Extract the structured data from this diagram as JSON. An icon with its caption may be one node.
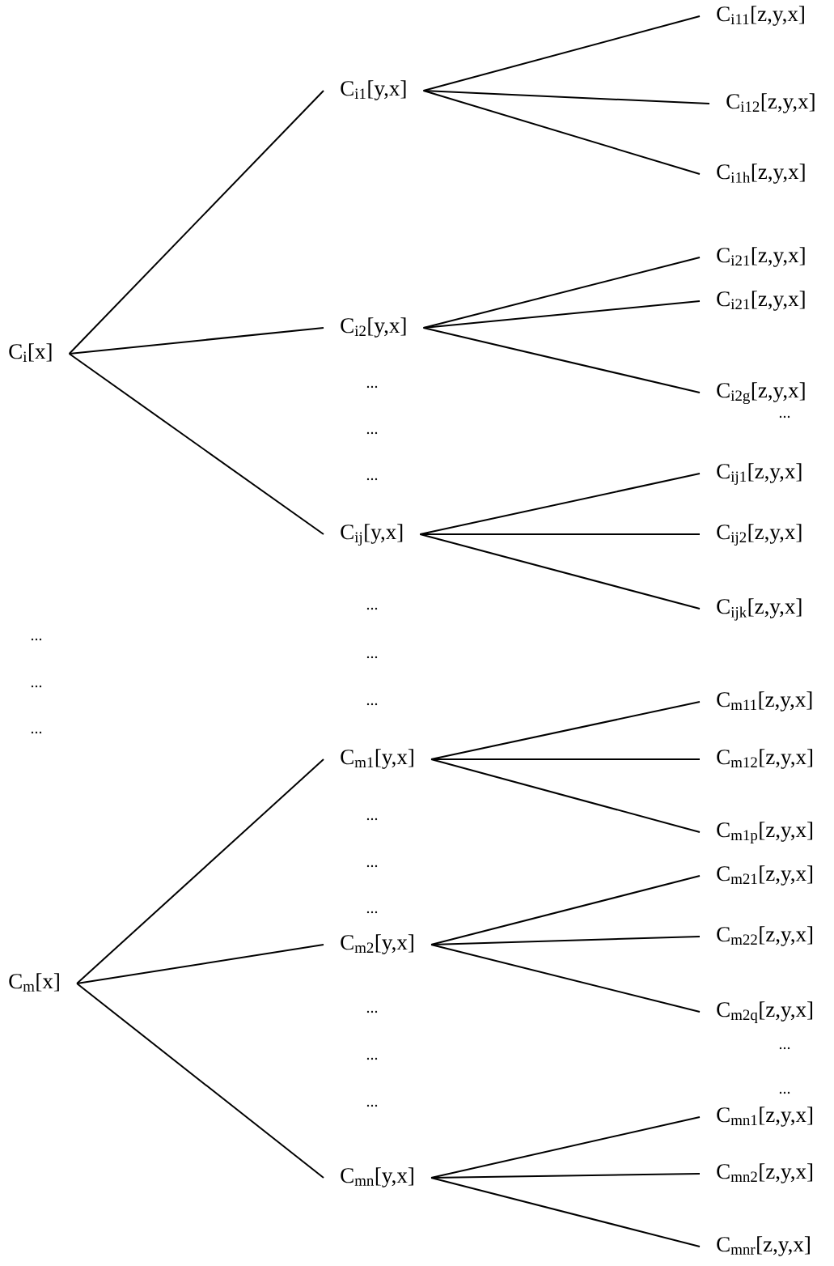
{
  "diagram": {
    "nodes": [
      {
        "text": [
          "C$_{i}$[x]"
        ]
      },
      {
        "text": [
          "C$_{i1}$[y,x]"
        ]
      },
      {
        "text": [
          "C$_{i11}$[z,y,x]"
        ]
      },
      {
        "text": [
          "C$_{i12}$[z,y,x]"
        ]
      },
      {
        "text": [
          "C$_{i1h}$[z,y,x]"
        ]
      },
      {
        "text": [
          "C$_{i2}$[y,x]"
        ]
      },
      {
        "text": [
          "C$_{i21}$[z,y,x]"
        ]
      },
      {
        "text": [
          "C$_{i21}$[z,y,x]"
        ]
      },
      {
        "text": [
          "C$_{i2g}$[z,y,x]"
        ]
      },
      {
        "text": [
          "C$_{ij}$[y,x]"
        ]
      },
      {
        "text": [
          "C$_{ij1}$[z,y,x]"
        ]
      },
      {
        "text": [
          "C$_{ij2}$[z,y,x]"
        ]
      },
      {
        "text": [
          "C$_{ijk}$[z,y,x]"
        ]
      },
      {
        "text": [
          "C$_{m}$[x]"
        ]
      },
      {
        "text": [
          "C$_{m1}$[y,x]"
        ]
      },
      {
        "text": [
          "C$_{m11}$[z,y,x]"
        ]
      },
      {
        "text": [
          "C$_{m12}$[z,y,x]"
        ]
      },
      {
        "text": [
          "C$_{m1p}$[z,y,x]"
        ]
      },
      {
        "text": [
          "C$_{m2}$[y,x]"
        ]
      },
      {
        "text": [
          "C$_{m21}$[z,y,x]"
        ]
      },
      {
        "text": [
          "C$_{m22}$[z,y,x]"
        ]
      },
      {
        "text": [
          "C$_{m2q}$[z,y,x]"
        ]
      },
      {
        "text": [
          "C$_{mn}$[y,x]"
        ]
      },
      {
        "text": [
          "C$_{mn1}$[z,y,x]"
        ]
      },
      {
        "text": [
          "C$_{mn2}$[z,y,x]"
        ]
      },
      {
        "text": [
          "C$_{mnr}$[z,y,x]"
        ]
      }
    ],
    "edges": [
      {
        "from": 0,
        "to": 1,
        "arrow": "none"
      },
      {
        "from": 0,
        "to": 5,
        "arrow": "none"
      },
      {
        "from": 0,
        "to": 9,
        "arrow": "none"
      },
      {
        "from": 1,
        "to": 2,
        "arrow": "none"
      },
      {
        "from": 1,
        "to": 3,
        "arrow": "none"
      },
      {
        "from": 1,
        "to": 4,
        "arrow": "none"
      },
      {
        "from": 5,
        "to": 6,
        "arrow": "none"
      },
      {
        "from": 5,
        "to": 7,
        "arrow": "none"
      },
      {
        "from": 5,
        "to": 8,
        "arrow": "none"
      },
      {
        "from": 9,
        "to": 10,
        "arrow": "none"
      },
      {
        "from": 9,
        "to": 11,
        "arrow": "none"
      },
      {
        "from": 9,
        "to": 12,
        "arrow": "none"
      },
      {
        "from": 13,
        "to": 14,
        "arrow": "none"
      },
      {
        "from": 13,
        "to": 18,
        "arrow": "none"
      },
      {
        "from": 13,
        "to": 22,
        "arrow": "none"
      },
      {
        "from": 14,
        "to": 15,
        "arrow": "none"
      },
      {
        "from": 14,
        "to": 16,
        "arrow": "none"
      },
      {
        "from": 14,
        "to": 17,
        "arrow": "none"
      },
      {
        "from": 18,
        "to": 19,
        "arrow": "none"
      },
      {
        "from": 18,
        "to": 20,
        "arrow": "none"
      },
      {
        "from": 18,
        "to": 21,
        "arrow": "none"
      },
      {
        "from": 22,
        "to": 23,
        "arrow": "none"
      },
      {
        "from": 22,
        "to": 24,
        "arrow": "none"
      },
      {
        "from": 22,
        "to": 25,
        "arrow": "none"
      }
    ],
    "labels": [
      "...",
      "...",
      "...",
      "...",
      "...",
      "...",
      "...",
      "...",
      "...",
      "...",
      "...",
      "...",
      "...",
      "...",
      "...",
      "...",
      "...",
      "..."
    ]
  }
}
